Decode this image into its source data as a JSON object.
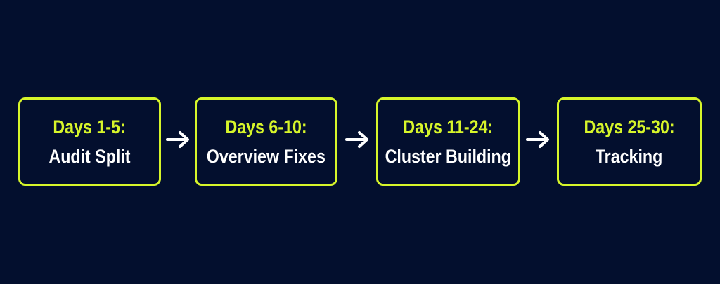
{
  "diagram": {
    "accent_color": "#d7f52a",
    "background_color": "#030f2e",
    "text_color": "#ffffff",
    "steps": [
      {
        "title": "Days 1-5:",
        "label": "Audit Split"
      },
      {
        "title": "Days 6-10:",
        "label": "Overview Fixes"
      },
      {
        "title": "Days 11-24:",
        "label": "Cluster Building"
      },
      {
        "title": "Days 25-30:",
        "label": "Tracking"
      }
    ],
    "connector_icon": "right-arrow-icon"
  }
}
